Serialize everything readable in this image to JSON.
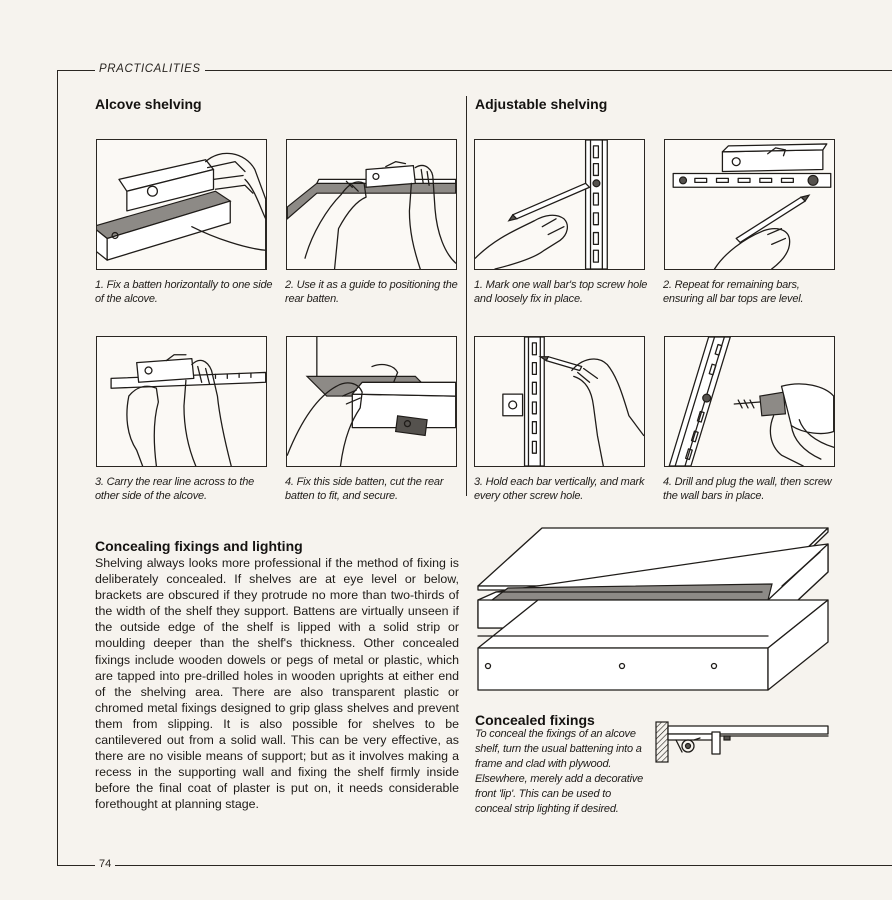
{
  "running_head": "PRACTICALITIES",
  "alcove": {
    "title": "Alcove shelving",
    "steps": [
      {
        "caption": "1. Fix a batten horizontally to one side of the alcove."
      },
      {
        "caption": "2. Use it as a guide to positioning the rear batten."
      },
      {
        "caption": "3. Carry the rear line across to the other side of the alcove."
      },
      {
        "caption": "4. Fix this side batten, cut the rear batten to fit, and secure."
      }
    ]
  },
  "adjustable": {
    "title": "Adjustable shelving",
    "steps": [
      {
        "caption": "1. Mark one wall bar's top screw hole and loosely fix in place."
      },
      {
        "caption": "2. Repeat for remaining bars, ensuring all bar tops are level."
      },
      {
        "caption": "3. Hold each bar vertically, and mark every other screw hole."
      },
      {
        "caption": "4. Drill and plug the wall, then screw the wall bars in place."
      }
    ]
  },
  "concealing": {
    "title": "Concealing fixings and lighting",
    "body": "Shelving always looks more professional if the method of fixing is deliberately concealed. If shelves are at eye level or below, brackets are obscured if they protrude no more than two-thirds of the width of the shelf they support. Battens are virtually unseen if the outside edge of the shelf is lipped with a solid strip or moulding deeper than the shelf's thickness. Other concealed fixings include wooden dowels or pegs of metal or plastic, which are tapped into pre-drilled holes in wooden uprights at either end of the shelving area. There are also transparent plastic or chromed metal fixings designed to grip glass shelves and prevent them from slipping. It is also possible for shelves to be cantilevered out from a solid wall. This can be very effective, as there are no visible means of support; but as it involves making a recess in the supporting wall and fixing the shelf firmly inside before the final coat of plaster is put on, it needs considerable forethought at planning stage."
  },
  "concealed_fixings": {
    "title": "Concealed fixings",
    "body": "To conceal the fixings of an alcove shelf, turn the usual battening into a frame and clad with plywood. Elsewhere, merely add a decorative front 'lip'. This can be used to conceal strip lighting if desired."
  },
  "folio": "74"
}
